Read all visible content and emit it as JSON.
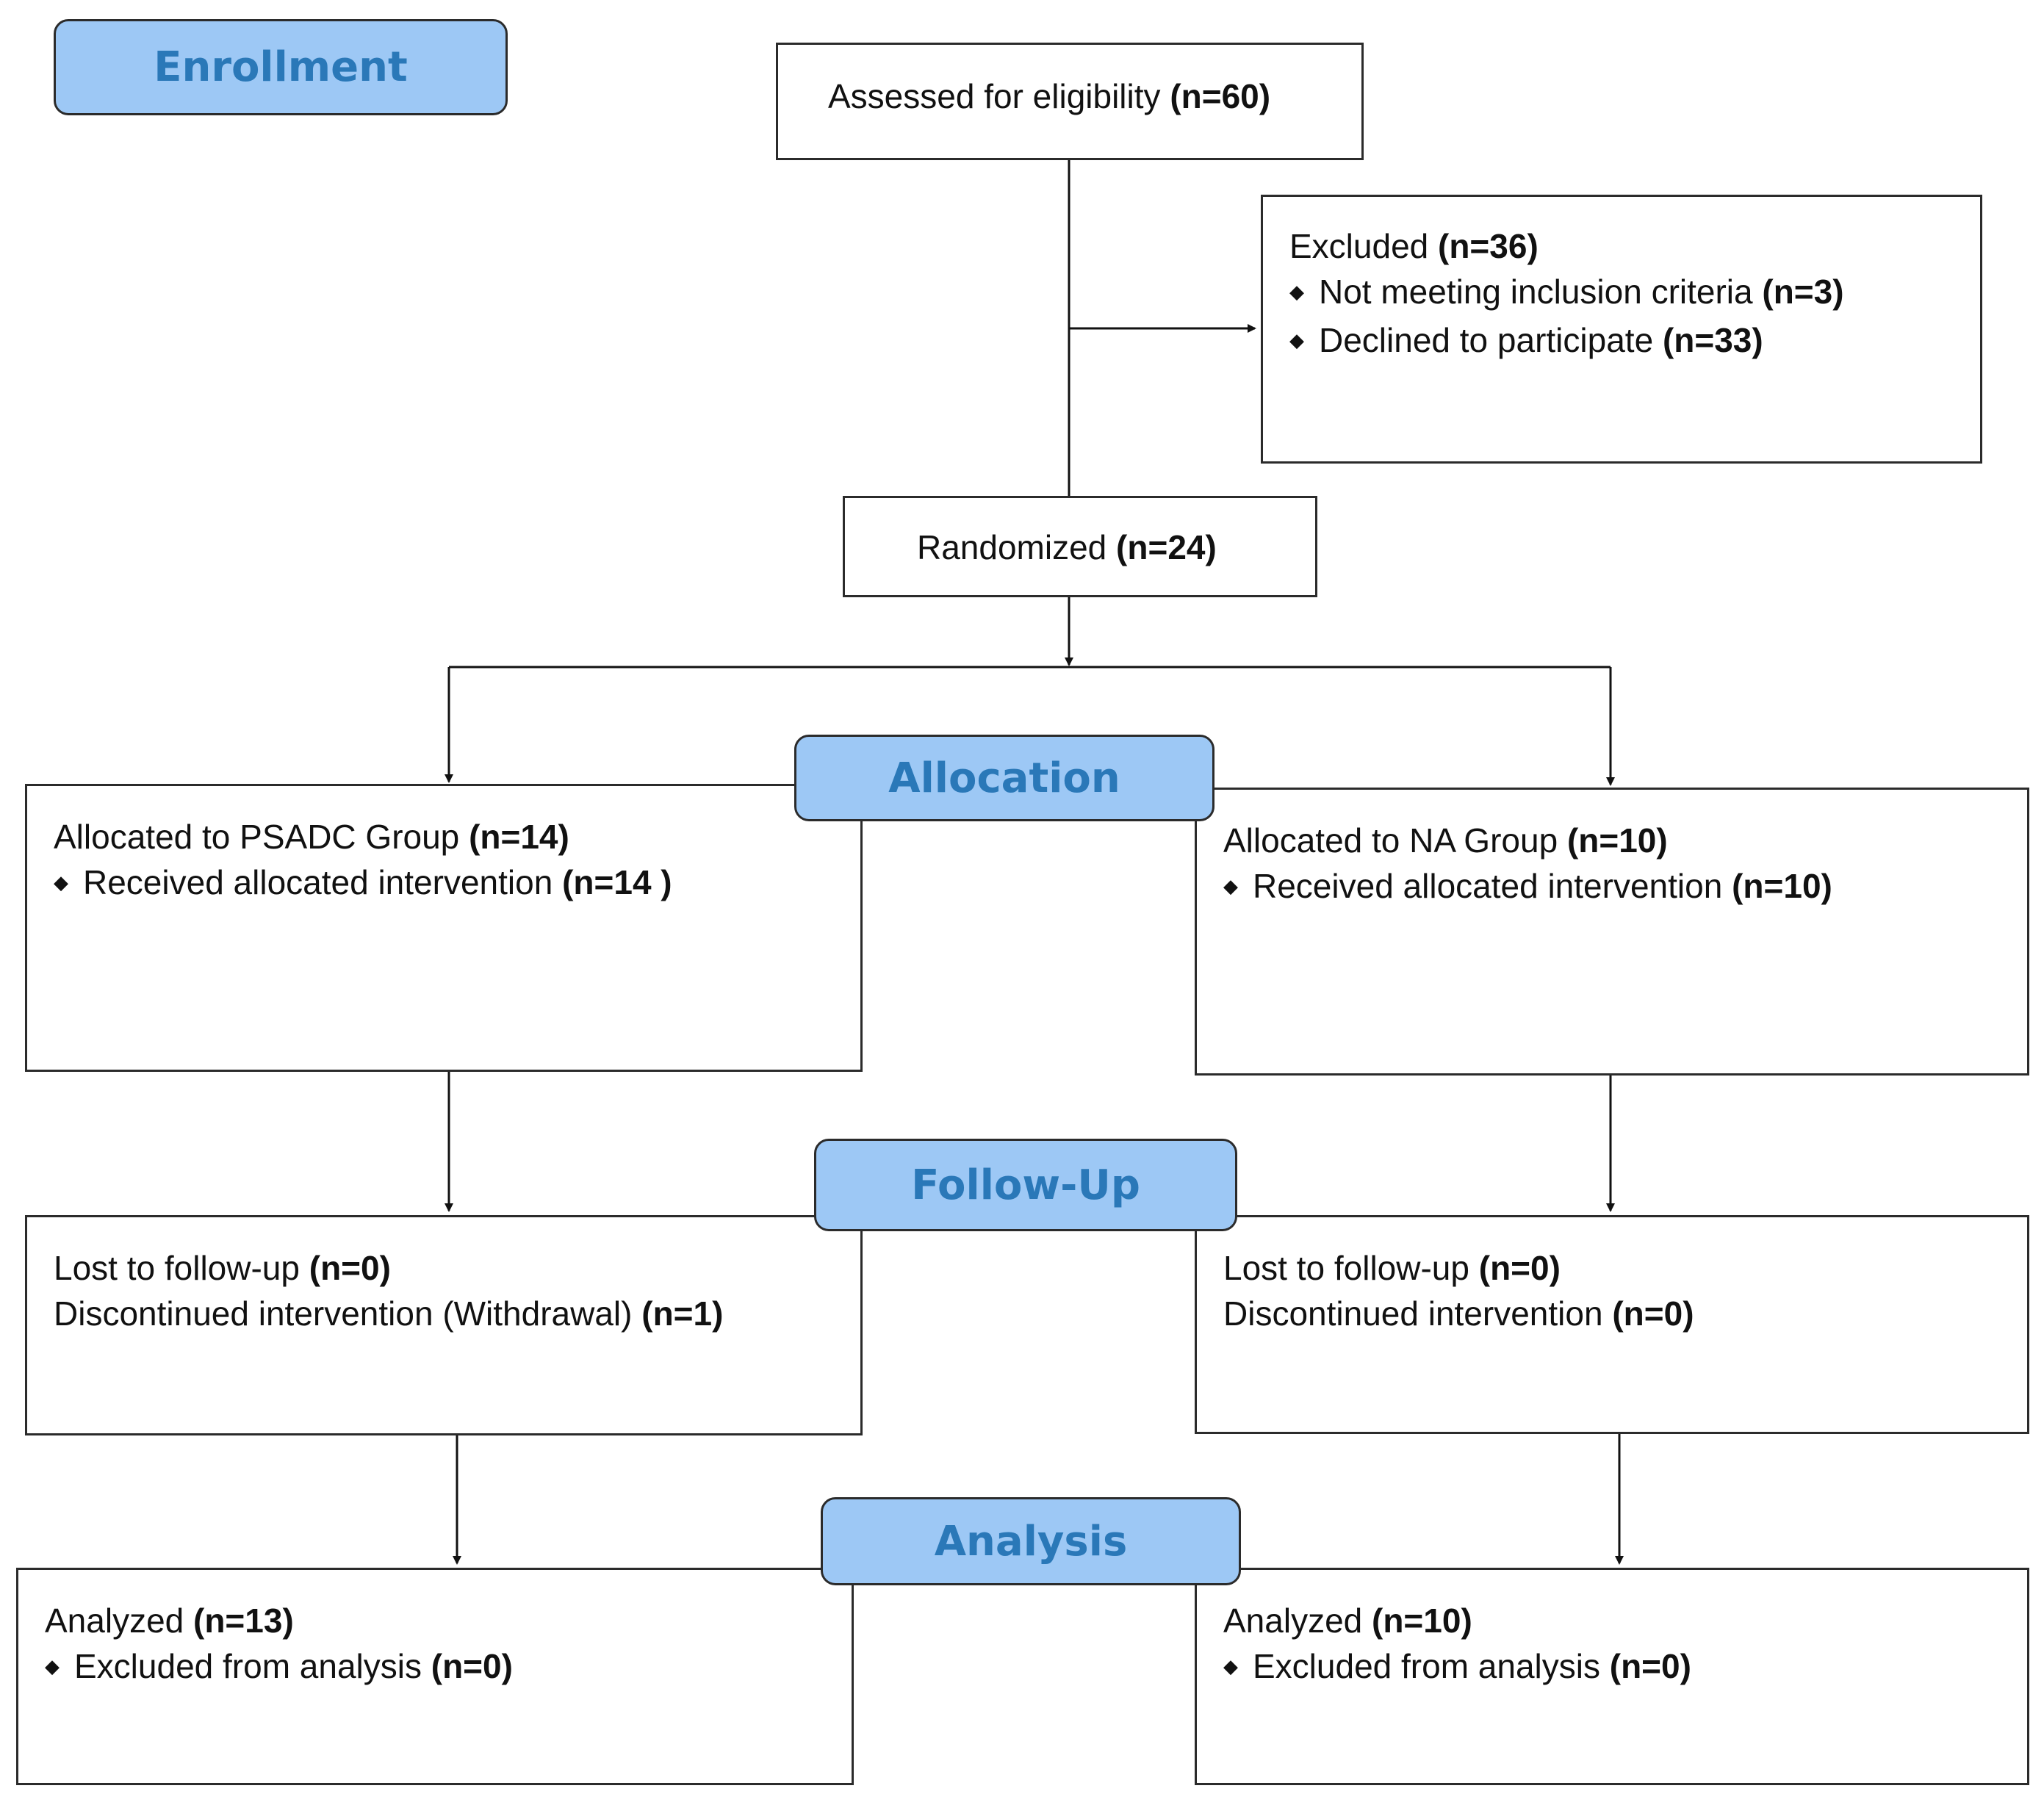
{
  "stages": {
    "enrollment": "Enrollment",
    "allocation": "Allocation",
    "follow_up": "Follow-Up",
    "analysis": "Analysis"
  },
  "assessed": {
    "label": "Assessed for eligibility ",
    "count": "(n=60)"
  },
  "excluded": {
    "label": "Excluded  ",
    "count": "(n=36)",
    "items": [
      {
        "label": "Not meeting inclusion criteria ",
        "count": "(n=3)"
      },
      {
        "label": "Declined to participate ",
        "count": "(n=33)"
      }
    ]
  },
  "randomized": {
    "label": "Randomized ",
    "count": "(n=24)"
  },
  "allocation_left": {
    "label": "Allocated to PSADC Group ",
    "count": "(n=14)",
    "item": {
      "label": "Received allocated intervention ",
      "count": "(n=14 )"
    }
  },
  "allocation_right": {
    "label": "Allocated to NA Group ",
    "count": "(n=10)",
    "item": {
      "label": "Received allocated intervention ",
      "count": "(n=10)"
    }
  },
  "followup_left": {
    "lost_label": "Lost to follow-up ",
    "lost_count": "(n=0)",
    "discontinued_label": "Discontinued intervention (Withdrawal) ",
    "discontinued_count": "(n=1)"
  },
  "followup_right": {
    "lost_label": "Lost to follow-up ",
    "lost_count": "(n=0)",
    "discontinued_label": "Discontinued intervention ",
    "discontinued_count": "(n=0)"
  },
  "analysis_left": {
    "label": "Analyzed  ",
    "count": "(n=13)",
    "item": {
      "label": "Excluded from analysis ",
      "count": "(n=0)"
    }
  },
  "analysis_right": {
    "label": "Analyzed  ",
    "count": "(n=10)",
    "item": {
      "label": "Excluded from analysis ",
      "count": "(n=0)"
    }
  }
}
